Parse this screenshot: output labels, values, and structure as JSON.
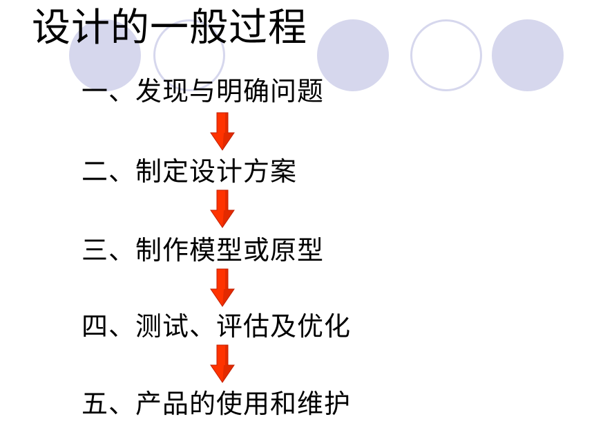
{
  "slide": {
    "title": "设计的一般过程",
    "steps": [
      {
        "label": "一、发现与明确问题"
      },
      {
        "label": "二、制定设计方案"
      },
      {
        "label": "三、制作模型或原型"
      },
      {
        "label": "四、测试、评估及优化"
      },
      {
        "label": "五、产品的使用和维护"
      }
    ]
  },
  "colors": {
    "circle": "#d6d7ed",
    "arrow_fill": "#ff3300",
    "arrow_shade": "#c01f00",
    "text": "#000000"
  },
  "icons": {
    "arrow": "down-arrow-icon",
    "circle": "decorative-circle"
  }
}
